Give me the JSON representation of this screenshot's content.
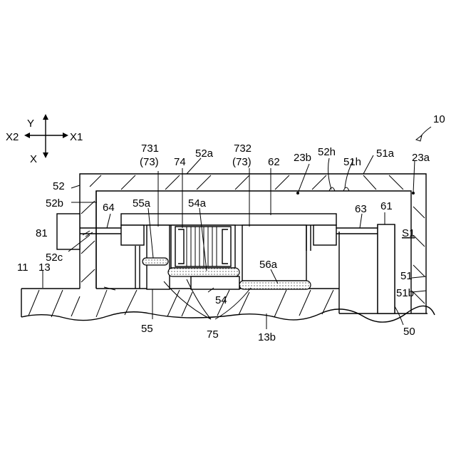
{
  "figure_ref": "10",
  "axes": {
    "y": "Y",
    "x2": "X2",
    "x1": "X1",
    "x": "X"
  },
  "labels": {
    "l731": "731",
    "l73a": "(73)",
    "l74": "74",
    "l52a": "52a",
    "l732": "732",
    "l73b": "(73)",
    "l62": "62",
    "l23b": "23b",
    "l52h": "52h",
    "l51h": "51h",
    "l51a": "51a",
    "l23a": "23a",
    "l52": "52",
    "l52b": "52b",
    "l64": "64",
    "l55a": "55a",
    "l54a": "54a",
    "l63": "63",
    "l61": "61",
    "lS1": "S1",
    "l81": "81",
    "l52c": "52c",
    "l11": "11",
    "l13": "13",
    "l56a": "56a",
    "l51": "51",
    "l51b": "51b",
    "l54": "54",
    "l55": "55",
    "l75": "75",
    "l13b": "13b",
    "l50": "50"
  }
}
